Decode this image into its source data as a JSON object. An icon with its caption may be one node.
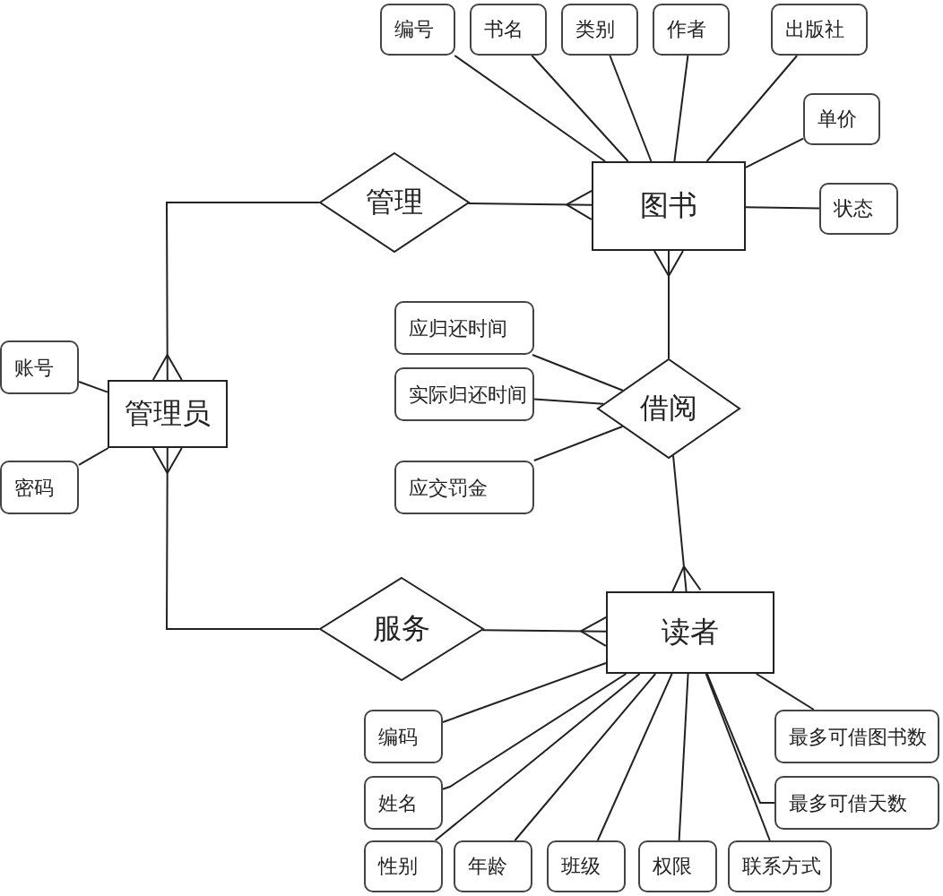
{
  "diagram": {
    "nodes": [
      {
        "text": [
          "图书"
        ]
      },
      {
        "text": [
          "编号"
        ]
      },
      {
        "text": [
          "书名"
        ]
      },
      {
        "text": [
          "类别"
        ]
      },
      {
        "text": [
          "作者"
        ]
      },
      {
        "text": [
          "出版社"
        ]
      },
      {
        "text": [
          "单价"
        ]
      },
      {
        "text": [
          "状态"
        ]
      },
      {
        "text": [
          "管理"
        ]
      },
      {
        "text": [
          "管理员"
        ]
      },
      {
        "text": [
          "账号"
        ]
      },
      {
        "text": [
          "密码"
        ]
      },
      {
        "text": [
          "应归还时间"
        ]
      },
      {
        "text": [
          "实际归还时间"
        ]
      },
      {
        "text": [
          "应交罚金"
        ]
      },
      {
        "text": [
          "借阅"
        ]
      },
      {
        "text": [
          "服务"
        ]
      },
      {
        "text": [
          "读者"
        ]
      },
      {
        "text": [
          "编码"
        ]
      },
      {
        "text": [
          "姓名"
        ]
      },
      {
        "text": [
          "性别"
        ]
      },
      {
        "text": [
          "年龄"
        ]
      },
      {
        "text": [
          "班级"
        ]
      },
      {
        "text": [
          "权限"
        ]
      },
      {
        "text": [
          "联系方式"
        ]
      },
      {
        "text": [
          "最多可借图书数"
        ]
      },
      {
        "text": [
          "最多可借天数"
        ]
      }
    ],
    "edges": [
      {
        "from": 8,
        "to": 0,
        "arrow": "other"
      },
      {
        "from": 8,
        "to": 9,
        "arrow": "other"
      },
      {
        "from": 15,
        "to": 0,
        "arrow": "other"
      },
      {
        "from": 15,
        "to": 17,
        "arrow": "other"
      },
      {
        "from": 16,
        "to": 17,
        "arrow": "other"
      },
      {
        "from": 16,
        "to": 9,
        "arrow": "other"
      },
      {
        "from": 1,
        "to": 0,
        "arrow": "none"
      },
      {
        "from": 2,
        "to": 0,
        "arrow": "none"
      },
      {
        "from": 3,
        "to": 0,
        "arrow": "none"
      },
      {
        "from": 4,
        "to": 0,
        "arrow": "none"
      },
      {
        "from": 5,
        "to": 0,
        "arrow": "none"
      },
      {
        "from": 6,
        "to": 0,
        "arrow": "none"
      },
      {
        "from": 7,
        "to": 0,
        "arrow": "none"
      },
      {
        "from": 10,
        "to": 9,
        "arrow": "none"
      },
      {
        "from": 11,
        "to": 9,
        "arrow": "none"
      },
      {
        "from": 12,
        "to": 15,
        "arrow": "none"
      },
      {
        "from": 13,
        "to": 15,
        "arrow": "none"
      },
      {
        "from": 14,
        "to": 15,
        "arrow": "none"
      },
      {
        "from": 18,
        "to": 17,
        "arrow": "none"
      },
      {
        "from": 19,
        "to": 17,
        "arrow": "none"
      },
      {
        "from": 20,
        "to": 17,
        "arrow": "none"
      },
      {
        "from": 21,
        "to": 17,
        "arrow": "none"
      },
      {
        "from": 22,
        "to": 17,
        "arrow": "none"
      },
      {
        "from": 23,
        "to": 17,
        "arrow": "none"
      },
      {
        "from": 24,
        "to": 17,
        "arrow": "none"
      },
      {
        "from": 25,
        "to": 17,
        "arrow": "none"
      },
      {
        "from": 26,
        "to": 17,
        "arrow": "none"
      }
    ]
  }
}
